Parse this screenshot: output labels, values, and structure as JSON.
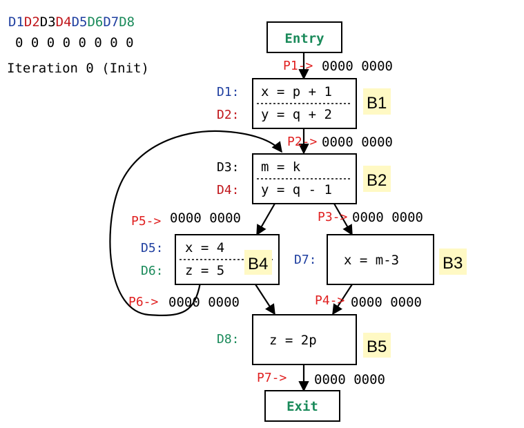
{
  "legend": {
    "defs": [
      {
        "label": "D1",
        "color": "#1f3fa0"
      },
      {
        "label": "D2",
        "color": "#c0161b"
      },
      {
        "label": "D3",
        "color": "#000000"
      },
      {
        "label": "D4",
        "color": "#c0161b"
      },
      {
        "label": "D5",
        "color": "#1f3fa0"
      },
      {
        "label": "D6",
        "color": "#1a8a5a"
      },
      {
        "label": "D7",
        "color": "#1f3fa0"
      },
      {
        "label": "D8",
        "color": "#1a8a5a"
      }
    ],
    "bits": "0 0 0 0 0 0 0 0",
    "iteration": "Iteration 0 (Init)"
  },
  "nodes": {
    "entry": "Entry",
    "exit": "Exit"
  },
  "blocks": {
    "b1": {
      "name": "B1",
      "d1_label": "D1:",
      "d1_stmt": "x = p + 1",
      "d2_label": "D2:",
      "d2_stmt": "y = q + 2"
    },
    "b2": {
      "name": "B2",
      "d3_label": "D3:",
      "d3_stmt": "m = k",
      "d4_label": "D4:",
      "d4_stmt": "y = q - 1"
    },
    "b3": {
      "name": "B3",
      "d7_label": "D7:",
      "d7_stmt": "x = m-3"
    },
    "b4": {
      "name": "B4",
      "d5_label": "D5:",
      "d5_stmt": "x = 4",
      "d6_label": "D6:",
      "d6_stmt": "z = 5"
    },
    "b5": {
      "name": "B5",
      "d8_label": "D8:",
      "d8_stmt": "z = 2p"
    }
  },
  "points": {
    "p1": {
      "label": "P1->",
      "bits": "0000 0000"
    },
    "p2": {
      "label": "P2->",
      "bits": "0000 0000"
    },
    "p3": {
      "label": "P3->",
      "bits": "0000 0000"
    },
    "p4": {
      "label": "P4->",
      "bits": "0000 0000"
    },
    "p5": {
      "label": "P5->",
      "bits": "0000 0000"
    },
    "p6": {
      "label": "P6->",
      "bits": "0000 0000"
    },
    "p7": {
      "label": "P7->",
      "bits": "0000 0000"
    }
  },
  "colors": {
    "blue": "#1f3fa0",
    "red": "#c0161b",
    "green": "#1a8a5a",
    "point": "#e02020",
    "highlight": "#fff9c4"
  }
}
